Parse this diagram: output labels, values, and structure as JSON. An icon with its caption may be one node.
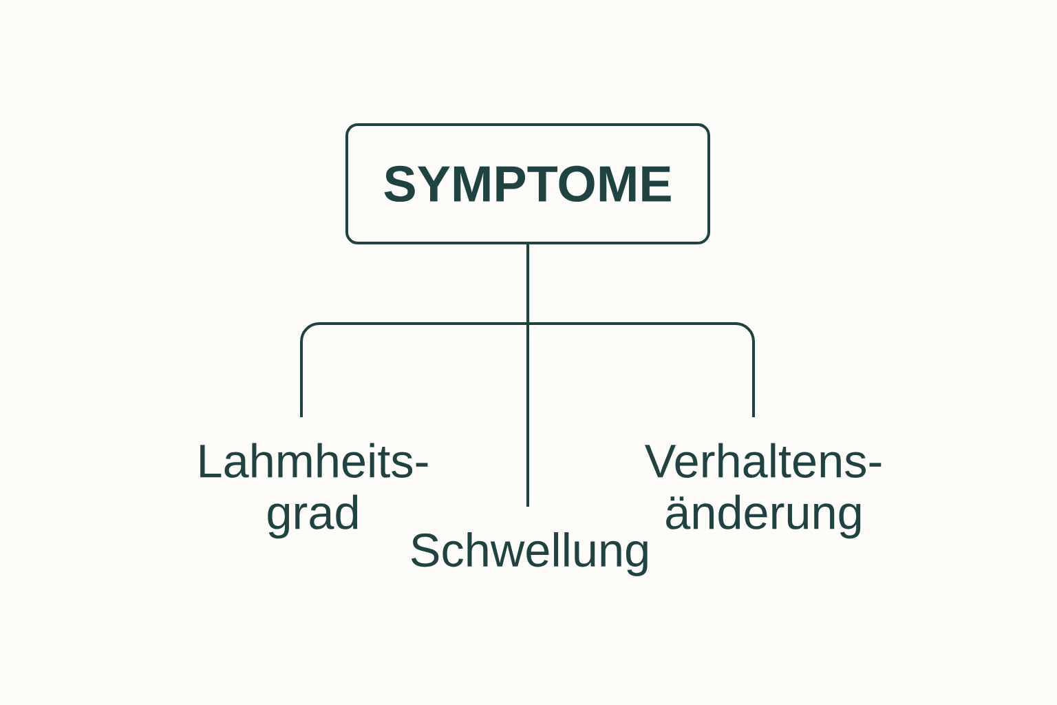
{
  "diagram": {
    "nodes": [
      {
        "text": [
          "SYMPTOME"
        ]
      },
      {
        "text": [
          "Lahmheits- grad"
        ]
      },
      {
        "text": [
          "Schwellung"
        ]
      },
      {
        "text": [
          "Verhaltens- änderung"
        ]
      }
    ],
    "edges": [
      {
        "from": 0,
        "to": 1,
        "arrow": "none"
      },
      {
        "from": 0,
        "to": 2,
        "arrow": "none"
      },
      {
        "from": 0,
        "to": 3,
        "arrow": "none"
      }
    ]
  }
}
